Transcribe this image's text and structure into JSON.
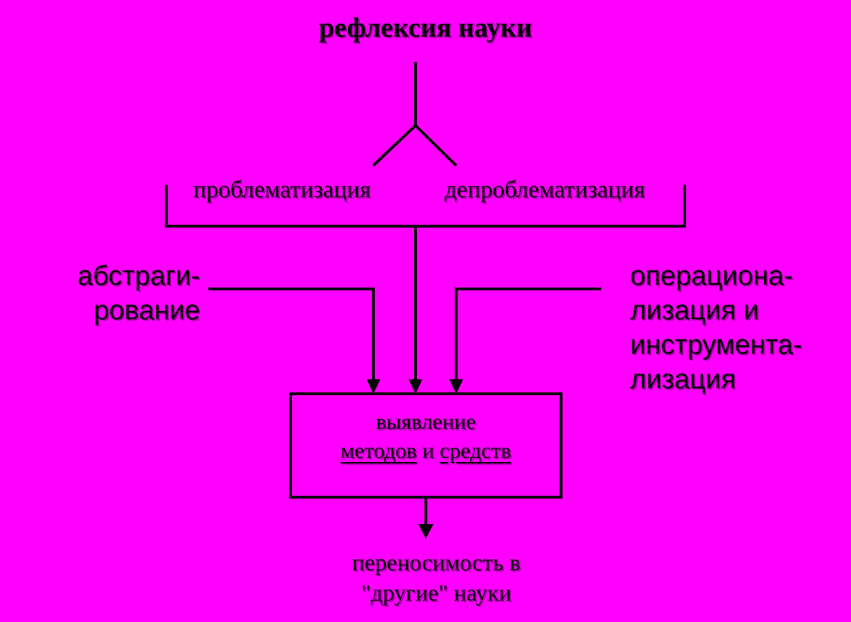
{
  "title": "рефлексия науки",
  "branches": {
    "left": "проблематизация",
    "right": "депроблематизация"
  },
  "inputs": {
    "left_lines": [
      "абстраги-",
      "рование"
    ],
    "right_lines": [
      "операциона-",
      "лизация и",
      "инструмента-",
      "лизация"
    ]
  },
  "box": {
    "line1": "выявление",
    "word1": "методов",
    "conj": " и ",
    "word2": "средств"
  },
  "output": {
    "lines": [
      "переносимость в",
      "\"другие\" науки"
    ]
  },
  "colors": {
    "background": "#ff00ff",
    "stroke": "#000000"
  }
}
